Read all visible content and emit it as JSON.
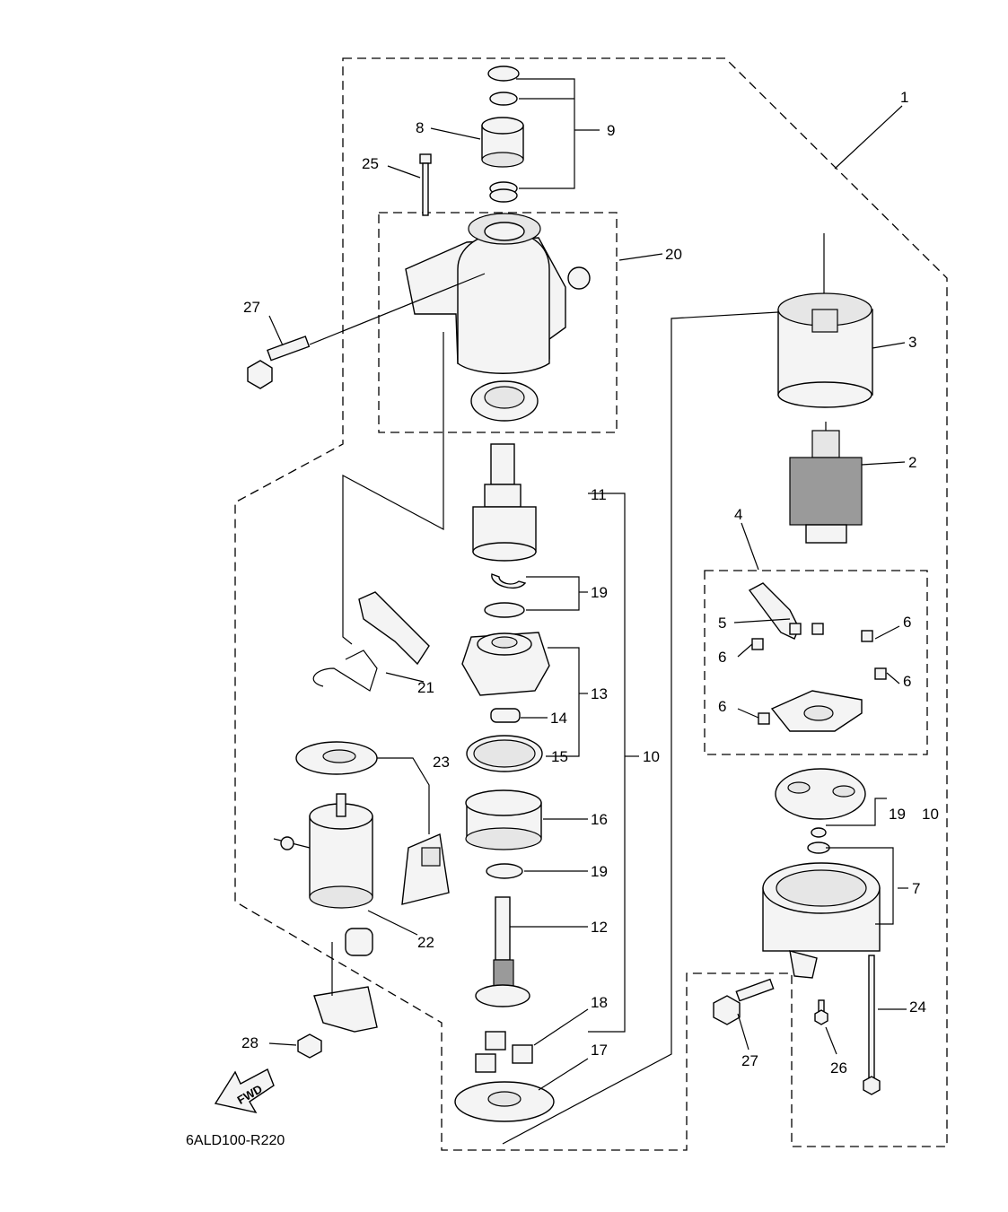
{
  "diagram": {
    "code": "6ALD100-R220",
    "fwd_label": "FWD",
    "callouts": [
      {
        "id": "c1",
        "text": "1"
      },
      {
        "id": "c2",
        "text": "2"
      },
      {
        "id": "c3",
        "text": "3"
      },
      {
        "id": "c4",
        "text": "4"
      },
      {
        "id": "c5",
        "text": "5"
      },
      {
        "id": "c6a",
        "text": "6"
      },
      {
        "id": "c6b",
        "text": "6"
      },
      {
        "id": "c6c",
        "text": "6"
      },
      {
        "id": "c6d",
        "text": "6"
      },
      {
        "id": "c7",
        "text": "7"
      },
      {
        "id": "c8",
        "text": "8"
      },
      {
        "id": "c9",
        "text": "9"
      },
      {
        "id": "c10a",
        "text": "10"
      },
      {
        "id": "c10b",
        "text": "10"
      },
      {
        "id": "c11",
        "text": "11"
      },
      {
        "id": "c12",
        "text": "12"
      },
      {
        "id": "c13",
        "text": "13"
      },
      {
        "id": "c14",
        "text": "14"
      },
      {
        "id": "c15",
        "text": "15"
      },
      {
        "id": "c16",
        "text": "16"
      },
      {
        "id": "c17",
        "text": "17"
      },
      {
        "id": "c18",
        "text": "18"
      },
      {
        "id": "c19a",
        "text": "19"
      },
      {
        "id": "c19b",
        "text": "19"
      },
      {
        "id": "c19c",
        "text": "19"
      },
      {
        "id": "c20",
        "text": "20"
      },
      {
        "id": "c21",
        "text": "21"
      },
      {
        "id": "c22",
        "text": "22"
      },
      {
        "id": "c23",
        "text": "23"
      },
      {
        "id": "c24",
        "text": "24"
      },
      {
        "id": "c25",
        "text": "25"
      },
      {
        "id": "c26",
        "text": "26"
      },
      {
        "id": "c27a",
        "text": "27"
      },
      {
        "id": "c27b",
        "text": "27"
      },
      {
        "id": "c28",
        "text": "28"
      }
    ]
  }
}
